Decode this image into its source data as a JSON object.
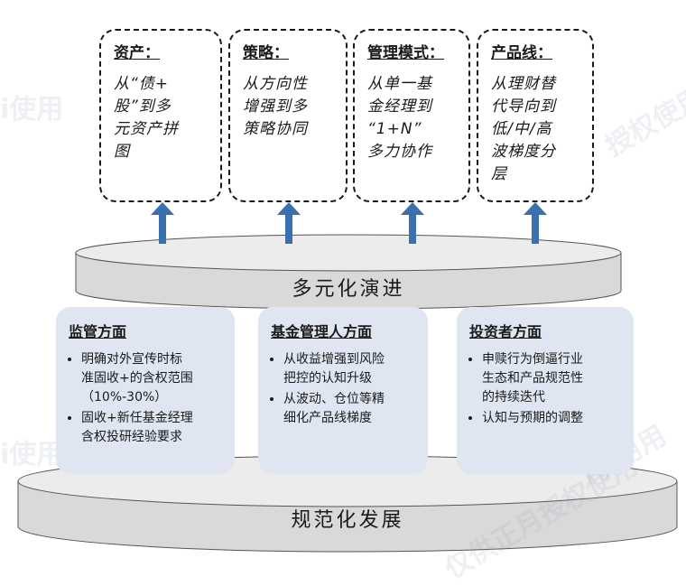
{
  "cards": [
    {
      "title": "资产：",
      "body": "从“债+\n股”到多\n元资产拼\n图"
    },
    {
      "title": "策略：",
      "body": "从方向性\n增强到多\n策略协同"
    },
    {
      "title": "管理模式：",
      "body": "从单一基\n金经理到\n“1+N”\n多力协作"
    },
    {
      "title": "产品线：",
      "body": "从理财替\n代导向到\n低/中/高\n波梯度分\n层"
    }
  ],
  "upper_band": {
    "label": "多元化演进"
  },
  "lower_band": {
    "label": "规范化发展"
  },
  "panels": [
    {
      "title": "监管方面",
      "items": [
        "明确对外宣传时标\n准固收+的含权范围\n（10%-30%）",
        "固收+新任基金经理\n含权投研经验要求"
      ]
    },
    {
      "title": "基金管理人方面",
      "items": [
        "从收益增强到风险\n把控的认知升级",
        "从波动、仓位等精\n细化产品线梯度"
      ]
    },
    {
      "title": "投资者方面",
      "items": [
        "申赎行为倒逼行业\n生态和产品规范性\n的持续迭代",
        "认知与预期的调整"
      ]
    }
  ],
  "colors": {
    "arrow": "#3a6fb0",
    "panel_bg": "#dfe6f2",
    "band_top": "#ececec",
    "band_side": "#d9d9d9",
    "border": "#1a1a1a"
  },
  "watermarks": [
    "i使用",
    "i使用",
    "仅供",
    "授权使用",
    "i使用用",
    "仅供正月授权使用"
  ]
}
